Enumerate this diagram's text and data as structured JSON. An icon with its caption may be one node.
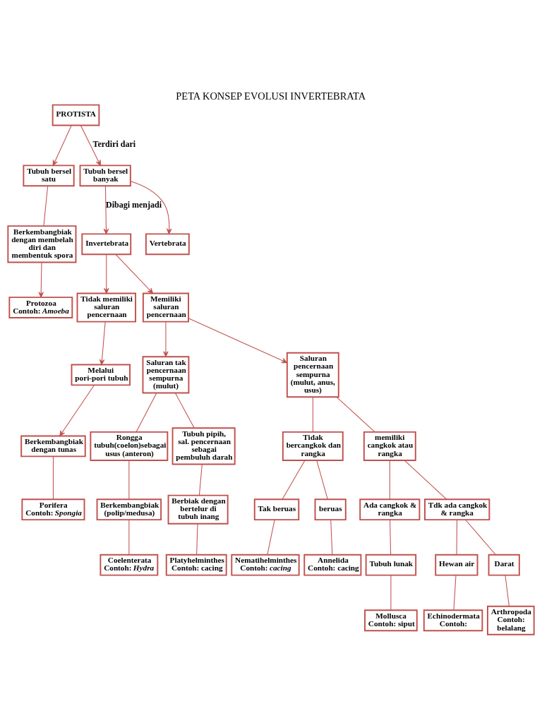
{
  "diagram": {
    "title": "PETA KONSEP EVOLUSI INVERTEBRATA",
    "nodes": [
      {
        "text": [
          "PROTISTA"
        ]
      },
      {
        "text": [
          "Tubuh bersel satu"
        ]
      },
      {
        "text": [
          "Tubuh bersel banyak"
        ]
      },
      {
        "text": [
          "Berkembangbiak dengan membelah diri dan membentuk spora"
        ]
      },
      {
        "text": [
          "Invertebrata"
        ]
      },
      {
        "text": [
          "Vertebrata"
        ]
      },
      {
        "text": [
          "Protozoa",
          "Contoh: *Amoeba*"
        ]
      },
      {
        "text": [
          "Tidak memiliki saluran pencernaan"
        ]
      },
      {
        "text": [
          "Memiliki saluran pencernaan"
        ]
      },
      {
        "text": [
          "Melalui pori-pori tubuh"
        ]
      },
      {
        "text": [
          "Saluran tak pencernaan sempurna (mulut)"
        ]
      },
      {
        "text": [
          "Saluran pencernaan sempurna (mulut, anus, usus)"
        ]
      },
      {
        "text": [
          "Berkembangbiak dengan tunas"
        ]
      },
      {
        "text": [
          "Rongga tubuh(coelon)sebagai usus (anteron)"
        ]
      },
      {
        "text": [
          "Tubuh pipih, sal. pencernaan sebagai pembuluh darah"
        ]
      },
      {
        "text": [
          "Tidak bercangkok dan rangka"
        ]
      },
      {
        "text": [
          "memiliki cangkok atau rangka"
        ]
      },
      {
        "text": [
          "Berkembangbiak (polip/medusa)"
        ]
      },
      {
        "text": [
          "Berbiak dengan bertelur di tubuh inang"
        ]
      },
      {
        "text": [
          "Ada cangkok & rangka"
        ]
      },
      {
        "text": [
          "Tdk ada cangkok & rangka"
        ]
      },
      {
        "text": [
          "Porifera",
          "Contoh: *Spongia*"
        ]
      },
      {
        "text": [
          "Tak beruas"
        ]
      },
      {
        "text": [
          "Coelenterata",
          "Contoh: *Hydra*"
        ]
      },
      {
        "text": [
          "Hewan air"
        ]
      },
      {
        "text": [
          "Darat"
        ]
      },
      {
        "text": [
          "beruas"
        ]
      },
      {
        "text": [
          "Tubuh lunak"
        ]
      },
      {
        "text": [
          "Nematihelminthes",
          "Contoh: *cacing*"
        ]
      },
      {
        "text": [
          "Echinodermata",
          "Contoh:"
        ]
      },
      {
        "text": [
          "Annelida",
          "Contoh: cacing"
        ]
      },
      {
        "text": [
          "Platyhelminthes",
          "Contoh: cacing"
        ]
      },
      {
        "text": [
          "Arthropoda",
          "Contoh: belalang"
        ]
      },
      {
        "text": [
          "Mollusca",
          "Contoh: siput"
        ]
      }
    ],
    "edges": [
      {
        "from": 0,
        "to": 1,
        "arrow": "to"
      },
      {
        "from": 0,
        "to": 2,
        "arrow": "to",
        "label": "Terdiri dari"
      },
      {
        "from": 1,
        "to": 3,
        "arrow": "none"
      },
      {
        "from": 3,
        "to": 6,
        "arrow": "to"
      },
      {
        "from": 2,
        "to": 4,
        "arrow": "to",
        "label": "Dibagi menjadi"
      },
      {
        "from": 2,
        "to": 5,
        "arrow": "to"
      },
      {
        "from": 4,
        "to": 7,
        "arrow": "to"
      },
      {
        "from": 4,
        "to": 8,
        "arrow": "to"
      },
      {
        "from": 7,
        "to": 9,
        "arrow": "to"
      },
      {
        "from": 9,
        "to": 12,
        "arrow": "to"
      },
      {
        "from": 12,
        "to": 21,
        "arrow": "none"
      },
      {
        "from": 8,
        "to": 10,
        "arrow": "to"
      },
      {
        "from": 8,
        "to": 11,
        "arrow": "to"
      },
      {
        "from": 10,
        "to": 13,
        "arrow": "none"
      },
      {
        "from": 10,
        "to": 14,
        "arrow": "none"
      },
      {
        "from": 13,
        "to": 17,
        "arrow": "none"
      },
      {
        "from": 17,
        "to": 23,
        "arrow": "none"
      },
      {
        "from": 14,
        "to": 18,
        "arrow": "none"
      },
      {
        "from": 18,
        "to": 31,
        "arrow": "none"
      },
      {
        "from": 11,
        "to": 15,
        "arrow": "none"
      },
      {
        "from": 11,
        "to": 16,
        "arrow": "none"
      },
      {
        "from": 15,
        "to": 22,
        "arrow": "none"
      },
      {
        "from": 15,
        "to": 26,
        "arrow": "none"
      },
      {
        "from": 16,
        "to": 19,
        "arrow": "none"
      },
      {
        "from": 16,
        "to": 20,
        "arrow": "none"
      },
      {
        "from": 22,
        "to": 28,
        "arrow": "none"
      },
      {
        "from": 26,
        "to": 30,
        "arrow": "none"
      },
      {
        "from": 19,
        "to": 27,
        "arrow": "none"
      },
      {
        "from": 27,
        "to": 33,
        "arrow": "none"
      },
      {
        "from": 20,
        "to": 24,
        "arrow": "none"
      },
      {
        "from": 20,
        "to": 25,
        "arrow": "none"
      },
      {
        "from": 24,
        "to": 29,
        "arrow": "none"
      },
      {
        "from": 25,
        "to": 32,
        "arrow": "none"
      }
    ]
  }
}
